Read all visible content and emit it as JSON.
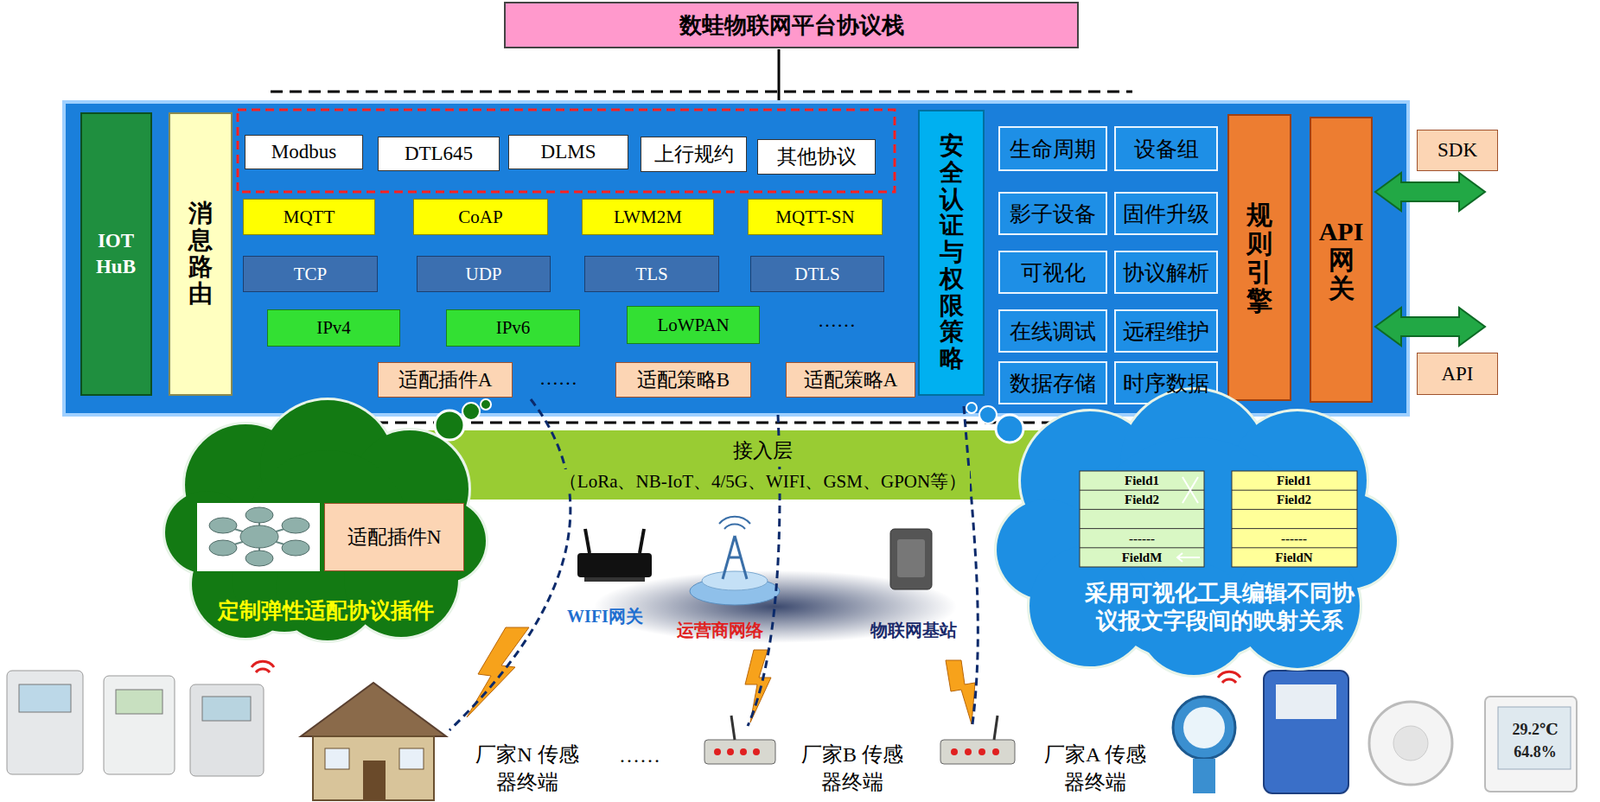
{
  "diagram": {
    "nodes": [
      {
        "text": [
          "数蛙物联网平台协议栈"
        ]
      },
      {
        "text": [
          "IOT HuB"
        ]
      },
      {
        "text": [
          "消息路由"
        ]
      },
      {
        "text": [
          "Modbus"
        ]
      },
      {
        "text": [
          "DTL645"
        ]
      },
      {
        "text": [
          "DLMS"
        ]
      },
      {
        "text": [
          "上行规约"
        ]
      },
      {
        "text": [
          "其他协议"
        ]
      },
      {
        "text": [
          "MQTT"
        ]
      },
      {
        "text": [
          "CoAP"
        ]
      },
      {
        "text": [
          "LWM2M"
        ]
      },
      {
        "text": [
          "MQTT-SN"
        ]
      },
      {
        "text": [
          "TCP"
        ]
      },
      {
        "text": [
          "UDP"
        ]
      },
      {
        "text": [
          "TLS"
        ]
      },
      {
        "text": [
          "DTLS"
        ]
      },
      {
        "text": [
          "IPv4"
        ]
      },
      {
        "text": [
          "IPv6"
        ]
      },
      {
        "text": [
          "LoWPAN"
        ]
      },
      {
        "text": [
          "适配插件A"
        ]
      },
      {
        "text": [
          "适配策略B"
        ]
      },
      {
        "text": [
          "适配策略A"
        ]
      },
      {
        "text": [
          "安全认证与权限策略"
        ]
      },
      {
        "text": [
          "生命周期"
        ]
      },
      {
        "text": [
          "设备组"
        ]
      },
      {
        "text": [
          "影子设备"
        ]
      },
      {
        "text": [
          "固件升级"
        ]
      },
      {
        "text": [
          "可视化"
        ]
      },
      {
        "text": [
          "协议解析"
        ]
      },
      {
        "text": [
          "在线调试"
        ]
      },
      {
        "text": [
          "远程维护"
        ]
      },
      {
        "text": [
          "数据存储"
        ]
      },
      {
        "text": [
          "时序数据"
        ]
      },
      {
        "text": [
          "规则引擎"
        ]
      },
      {
        "text": [
          "API网关"
        ]
      },
      {
        "text": [
          "SDK"
        ]
      },
      {
        "text": [
          "API"
        ]
      },
      {
        "text": [
          "接入层",
          "（LoRa、NB-IoT、4/5G、WIFI、GSM、GPON等）"
        ]
      },
      {
        "text": [
          "定制弹性适配协议插件"
        ]
      },
      {
        "text": [
          "适配插件N"
        ],
        "in": 38
      },
      {
        "text": [
          "采用可视化工具编辑不同协议报文字段间的映射关系"
        ]
      }
    ],
    "labels": [
      "……",
      "……",
      "Field1",
      "Field2",
      "------",
      "FieldM",
      "Field1",
      "Field2",
      "------",
      "FieldN",
      "WIFI网关",
      "运营商网络",
      "物联网基站",
      "厂家N 传感器终端",
      "……",
      "厂家B 传感器终端",
      "厂家A 传感器终端",
      "29.2℃",
      "64.8%"
    ]
  }
}
